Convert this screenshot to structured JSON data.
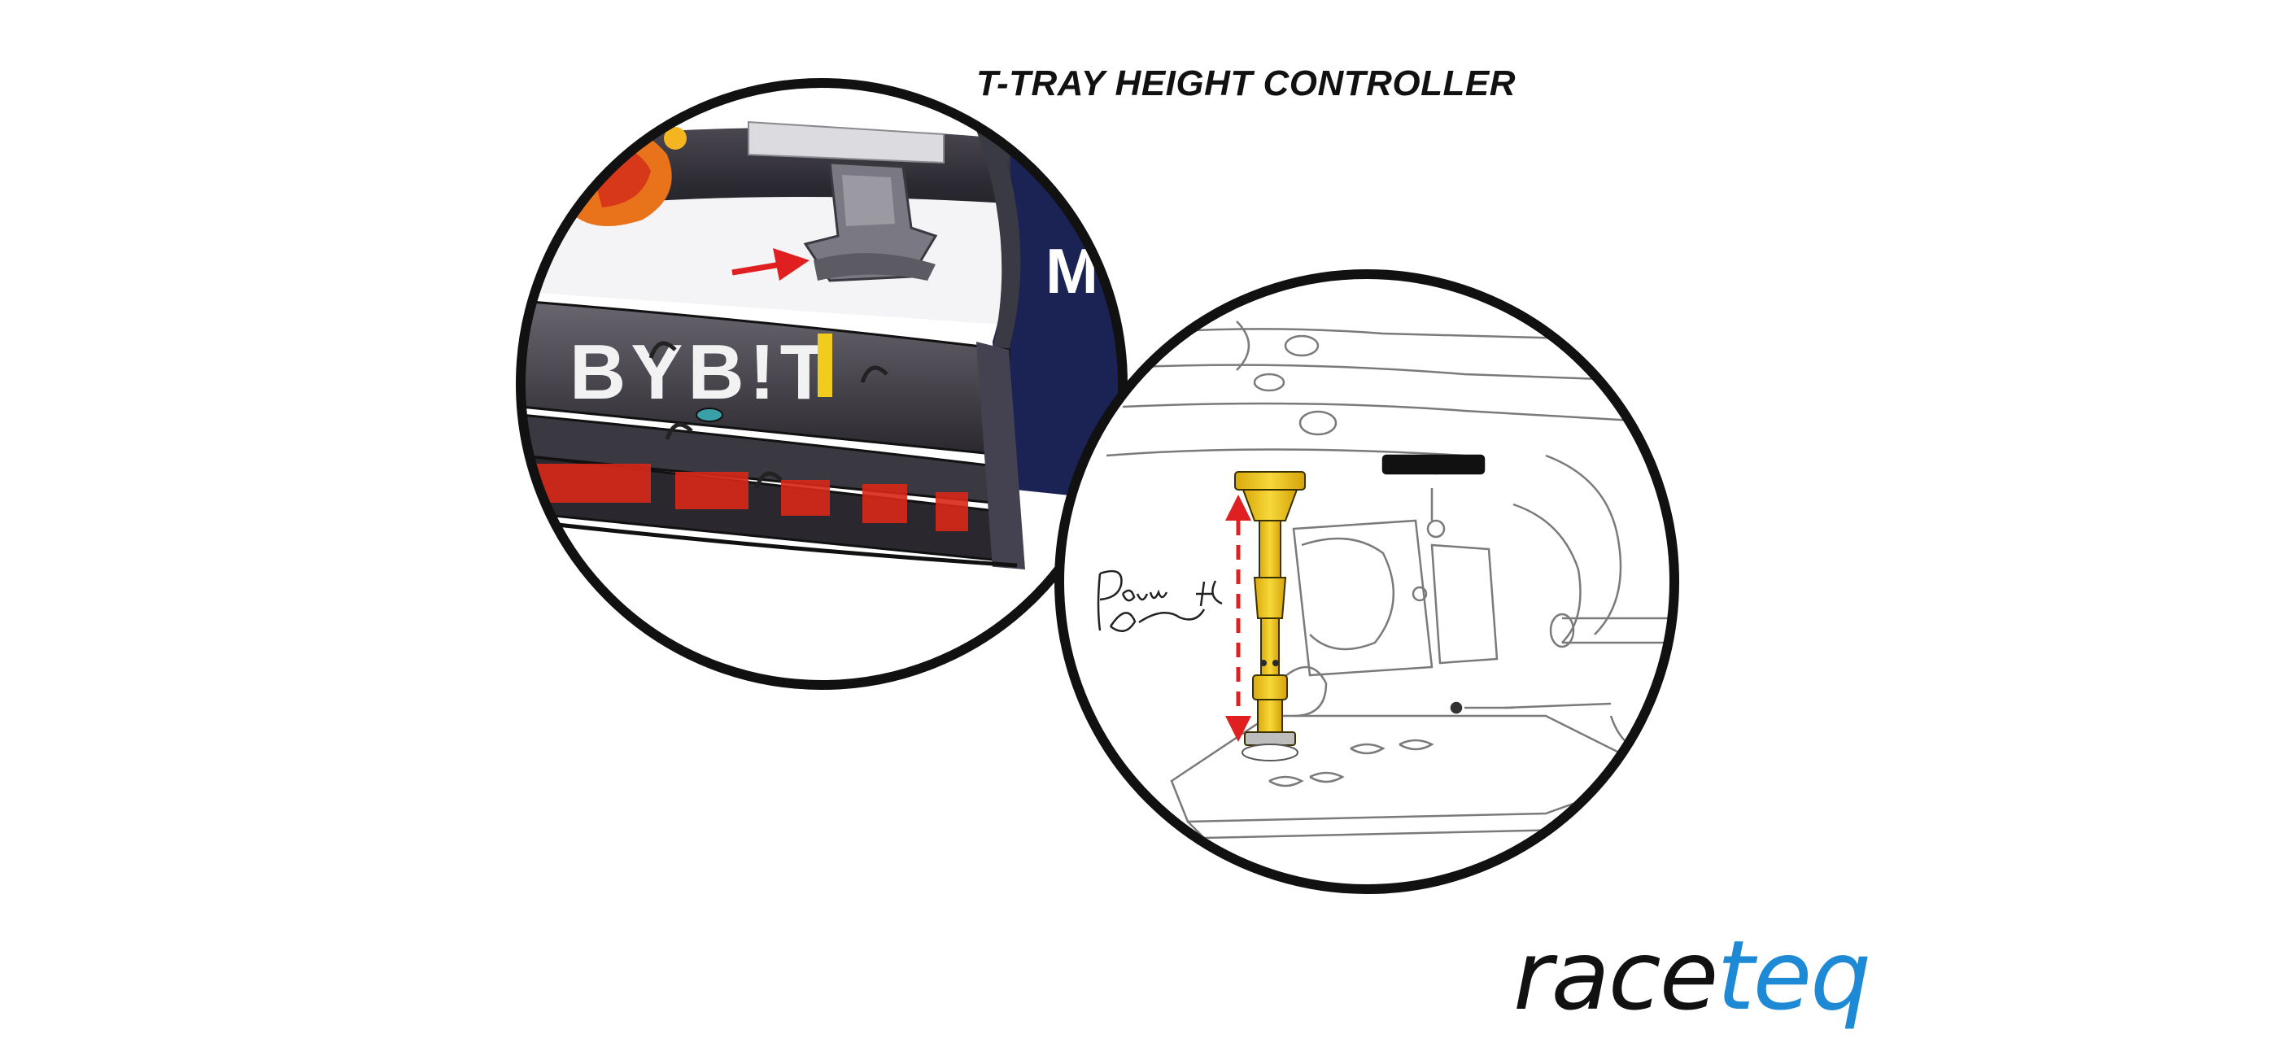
{
  "title": "T-TRAY HEIGHT CONTROLLER",
  "upper_callout": {
    "sponsor_bybit": "BYB!T",
    "sponsor_mc": "Mc"
  },
  "logo": {
    "part1": "race",
    "part2": "teq"
  },
  "colors": {
    "background": "#ffffff",
    "outline": "#111111",
    "controller_yellow": "#f2cc1c",
    "arrow_red": "#e02020",
    "logo_blue": "#1e8ad6",
    "car_dark": "#2b2a33",
    "car_navy": "#1b2354"
  }
}
